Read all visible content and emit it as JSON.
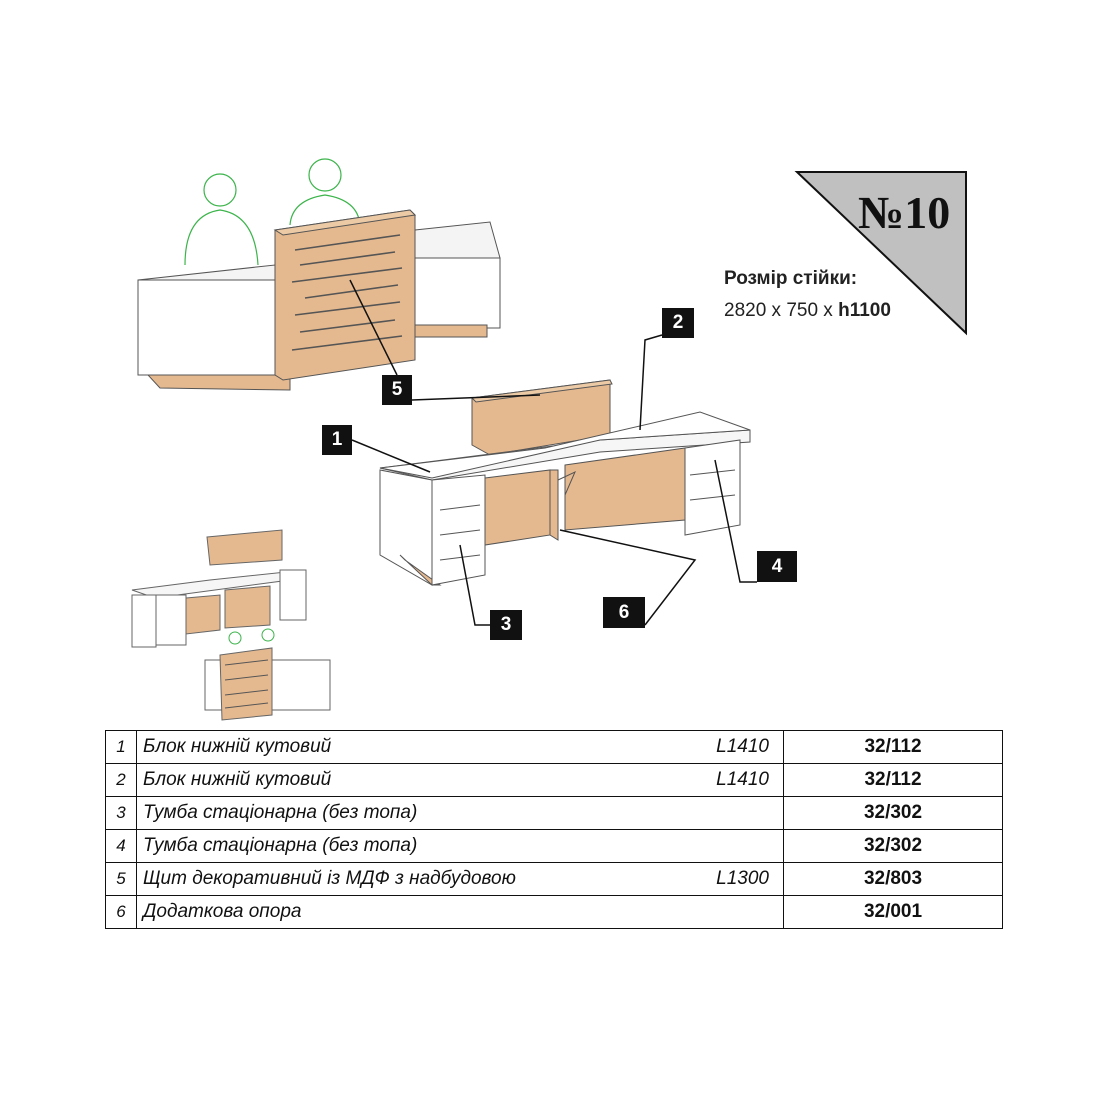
{
  "header": {
    "number_label": "№10",
    "size_label": "Розмір стійки:",
    "size_dims": "2820 x 750 x ",
    "size_height": "h1100"
  },
  "callouts": [
    "1",
    "2",
    "3",
    "4",
    "5",
    "6"
  ],
  "colors": {
    "wood": "#e5b98f",
    "triangle": "#c0c0c0",
    "figure": "#3cb44b"
  },
  "parts": [
    {
      "num": "1",
      "name": "Блок нижній кутовий",
      "length": "L1410",
      "code": "32/112"
    },
    {
      "num": "2",
      "name": "Блок нижній кутовий",
      "length": "L1410",
      "code": "32/112"
    },
    {
      "num": "3",
      "name": "Тумба стаціонарна (без топа)",
      "length": "",
      "code": "32/302"
    },
    {
      "num": "4",
      "name": "Тумба стаціонарна (без топа)",
      "length": "",
      "code": "32/302"
    },
    {
      "num": "5",
      "name": "Щит декоративний із МДФ з надбудовою",
      "length": "L1300",
      "code": "32/803"
    },
    {
      "num": "6",
      "name": "Додаткова опора",
      "length": "",
      "code": "32/001"
    }
  ]
}
